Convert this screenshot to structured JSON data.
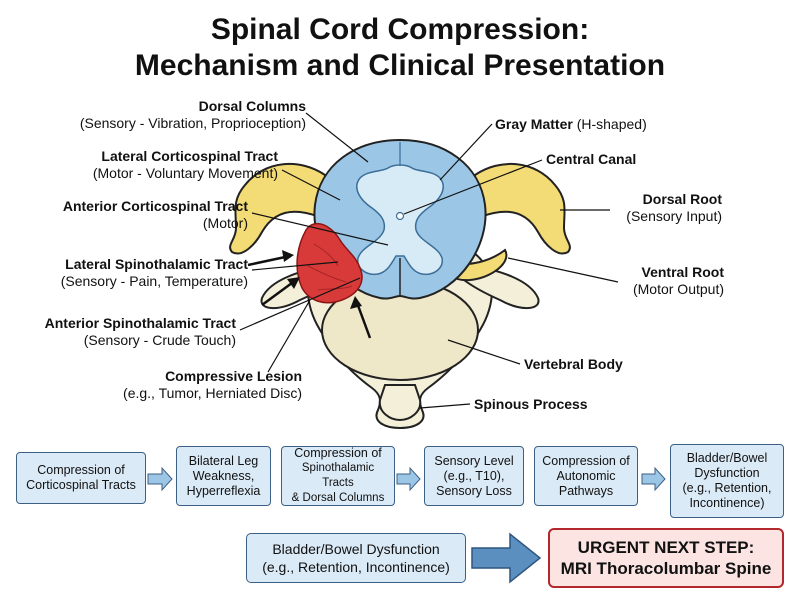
{
  "title": {
    "line1": "Spinal Cord Compression:",
    "line2": "Mechanism and Clinical Presentation"
  },
  "labels_left": [
    {
      "name": "Dorsal Columns",
      "desc": "(Sensory - Vibration, Proprioception)"
    },
    {
      "name": "Lateral Corticospinal Tract",
      "desc": "(Motor - Voluntary Movement)"
    },
    {
      "name": "Anterior Corticospinal Tract",
      "desc": "(Motor)"
    },
    {
      "name": "Lateral Spinothalamic Tract",
      "desc": "(Sensory - Pain, Temperature)"
    },
    {
      "name": "Anterior Spinothalamic Tract",
      "desc": "(Sensory - Crude Touch)"
    },
    {
      "name": "Compressive Lesion",
      "desc": "(e.g., Tumor, Herniated Disc)"
    }
  ],
  "labels_right": [
    {
      "name": "Gray Matter",
      "desc": "(H-shaped)"
    },
    {
      "name": "Central Canal",
      "desc": ""
    },
    {
      "name": "Dorsal Root",
      "desc": "(Sensory Input)"
    },
    {
      "name": "Ventral Root",
      "desc": "(Motor Output)"
    },
    {
      "name": "Vertebral Body",
      "desc": ""
    },
    {
      "name": "Spinous Process",
      "desc": ""
    }
  ],
  "flow": [
    {
      "line1": "Compression of",
      "line2": "Corticospinal Tracts",
      "line3": ""
    },
    {
      "line1": "Bilateral Leg",
      "line2": "Weakness,",
      "line3": "Hyperreflexia"
    },
    {
      "line1": "Compression of",
      "line2": "Spinothalamic Tracts",
      "line3": "& Dorsal Columns"
    },
    {
      "line1": "Sensory Level",
      "line2": "(e.g., T10),",
      "line3": "Sensory Loss"
    },
    {
      "line1": "Compression of",
      "line2": "Autonomic",
      "line3": "Pathways"
    },
    {
      "line1": "Bladder/Bowel",
      "line2": "Dysfunction",
      "line3": "(e.g., Retention,",
      "line4": "Incontinence)"
    }
  ],
  "bottom": {
    "box_line1": "Bladder/Bowel Dysfunction",
    "box_line2": "(e.g., Retention, Incontinence)",
    "urgent_line1": "URGENT NEXT STEP:",
    "urgent_line2": "MRI Thoracolumbar Spine"
  },
  "colors": {
    "white_matter": "#9cc6e6",
    "gray_matter": "#d7ebf7",
    "nerve_root": "#f3db76",
    "bone": "#f4efd8",
    "lesion": "#d83a3a",
    "box_fill": "#dbeaf7",
    "urgent_border": "#b3282d",
    "arrow_fill": "#5b8fc0"
  }
}
